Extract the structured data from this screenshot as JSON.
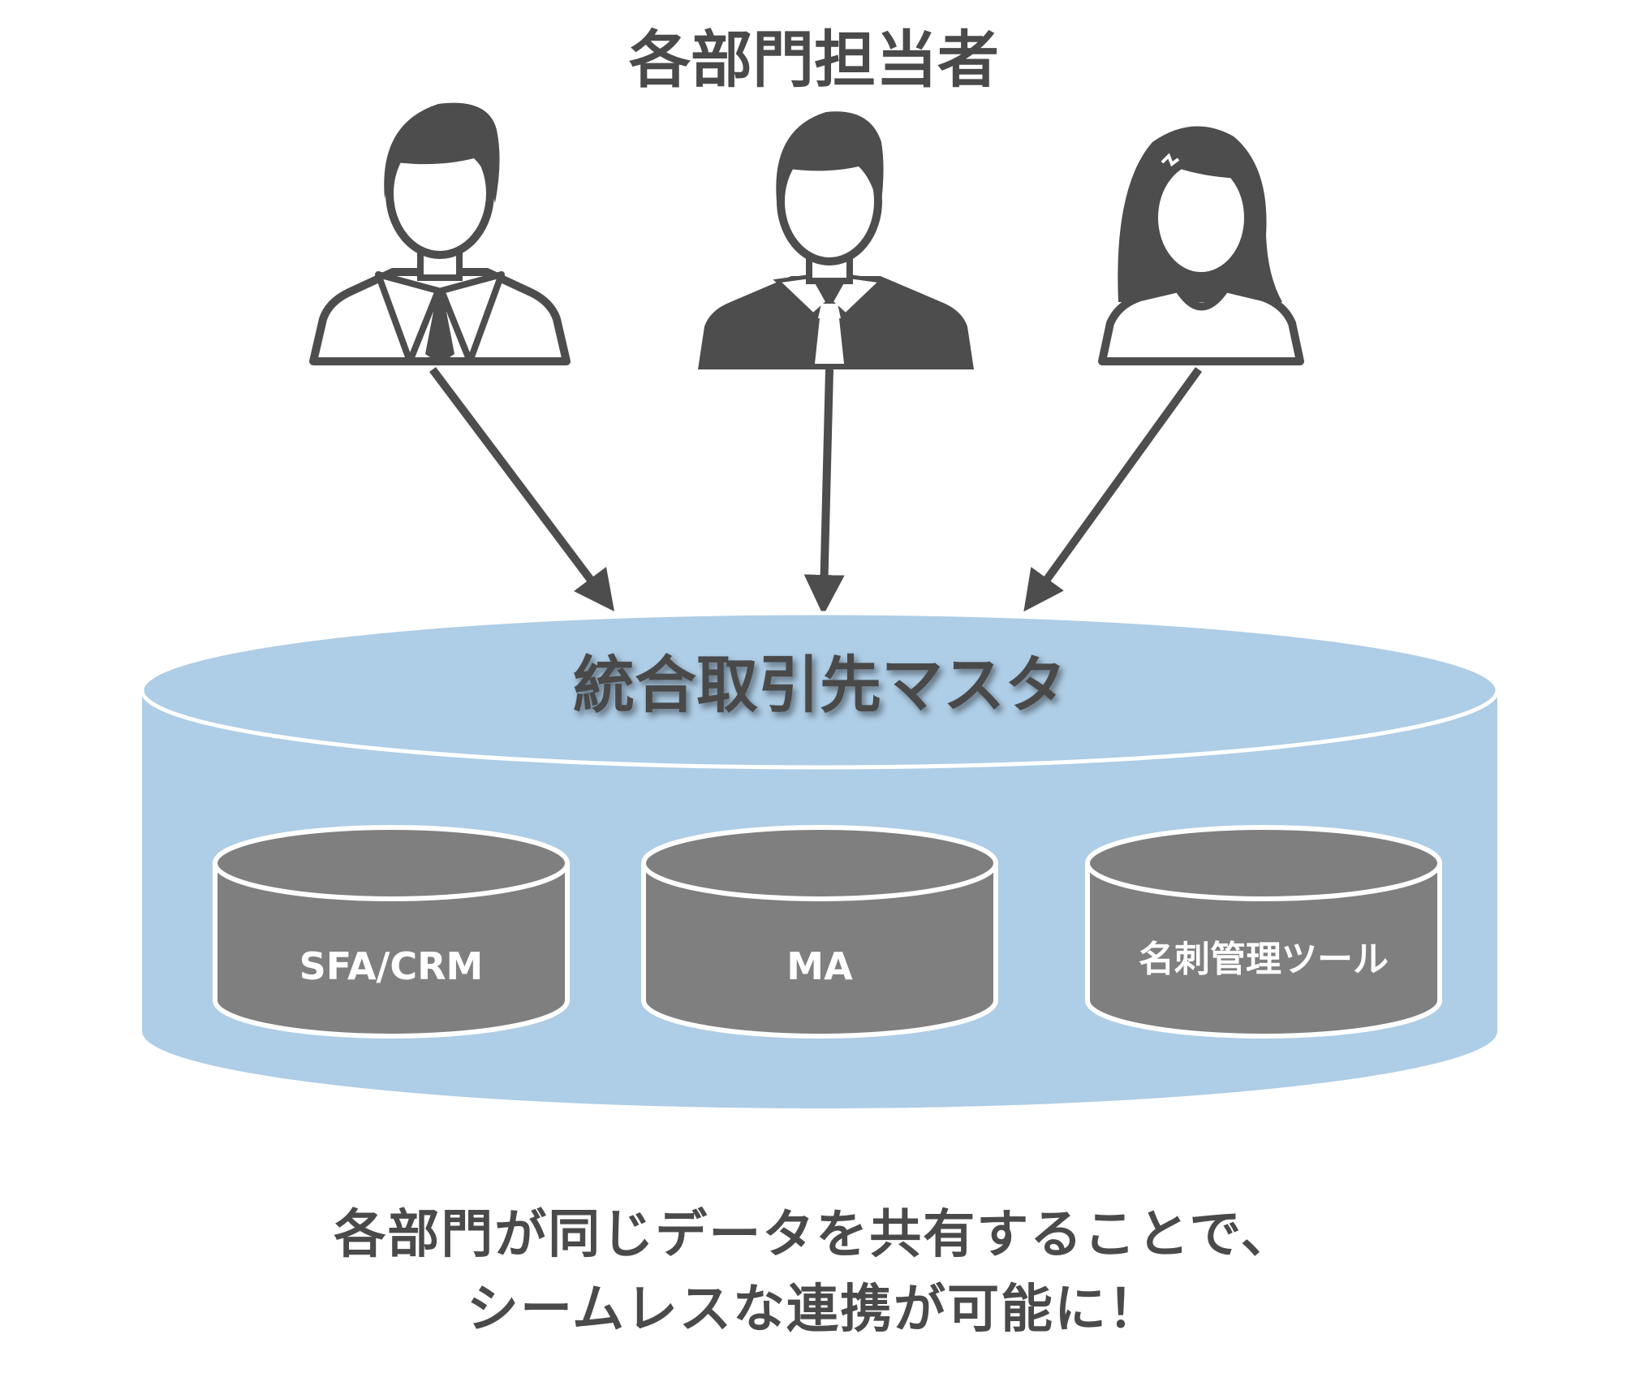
{
  "header": {
    "title": "各部門担当者"
  },
  "people": [
    {
      "icon": "businessman-outline-icon"
    },
    {
      "icon": "businessman-filled-icon"
    },
    {
      "icon": "businesswoman-icon"
    }
  ],
  "master": {
    "label": "統合取引先マスタ"
  },
  "databases": [
    {
      "label": "SFA/CRM",
      "icon": "database-icon"
    },
    {
      "label": "MA",
      "icon": "database-icon"
    },
    {
      "label": "名刺管理ツール",
      "icon": "database-icon"
    }
  ],
  "caption": {
    "line1": "各部門が同じデータを共有することで、",
    "line2": "シームレスな連携が可能に！"
  },
  "colors": {
    "icon": "#4d4d4d",
    "arrow": "#4d4d4d",
    "master_fill": "#aecde6",
    "db_fill": "#7f7f7f",
    "text": "#4a4a4a"
  }
}
